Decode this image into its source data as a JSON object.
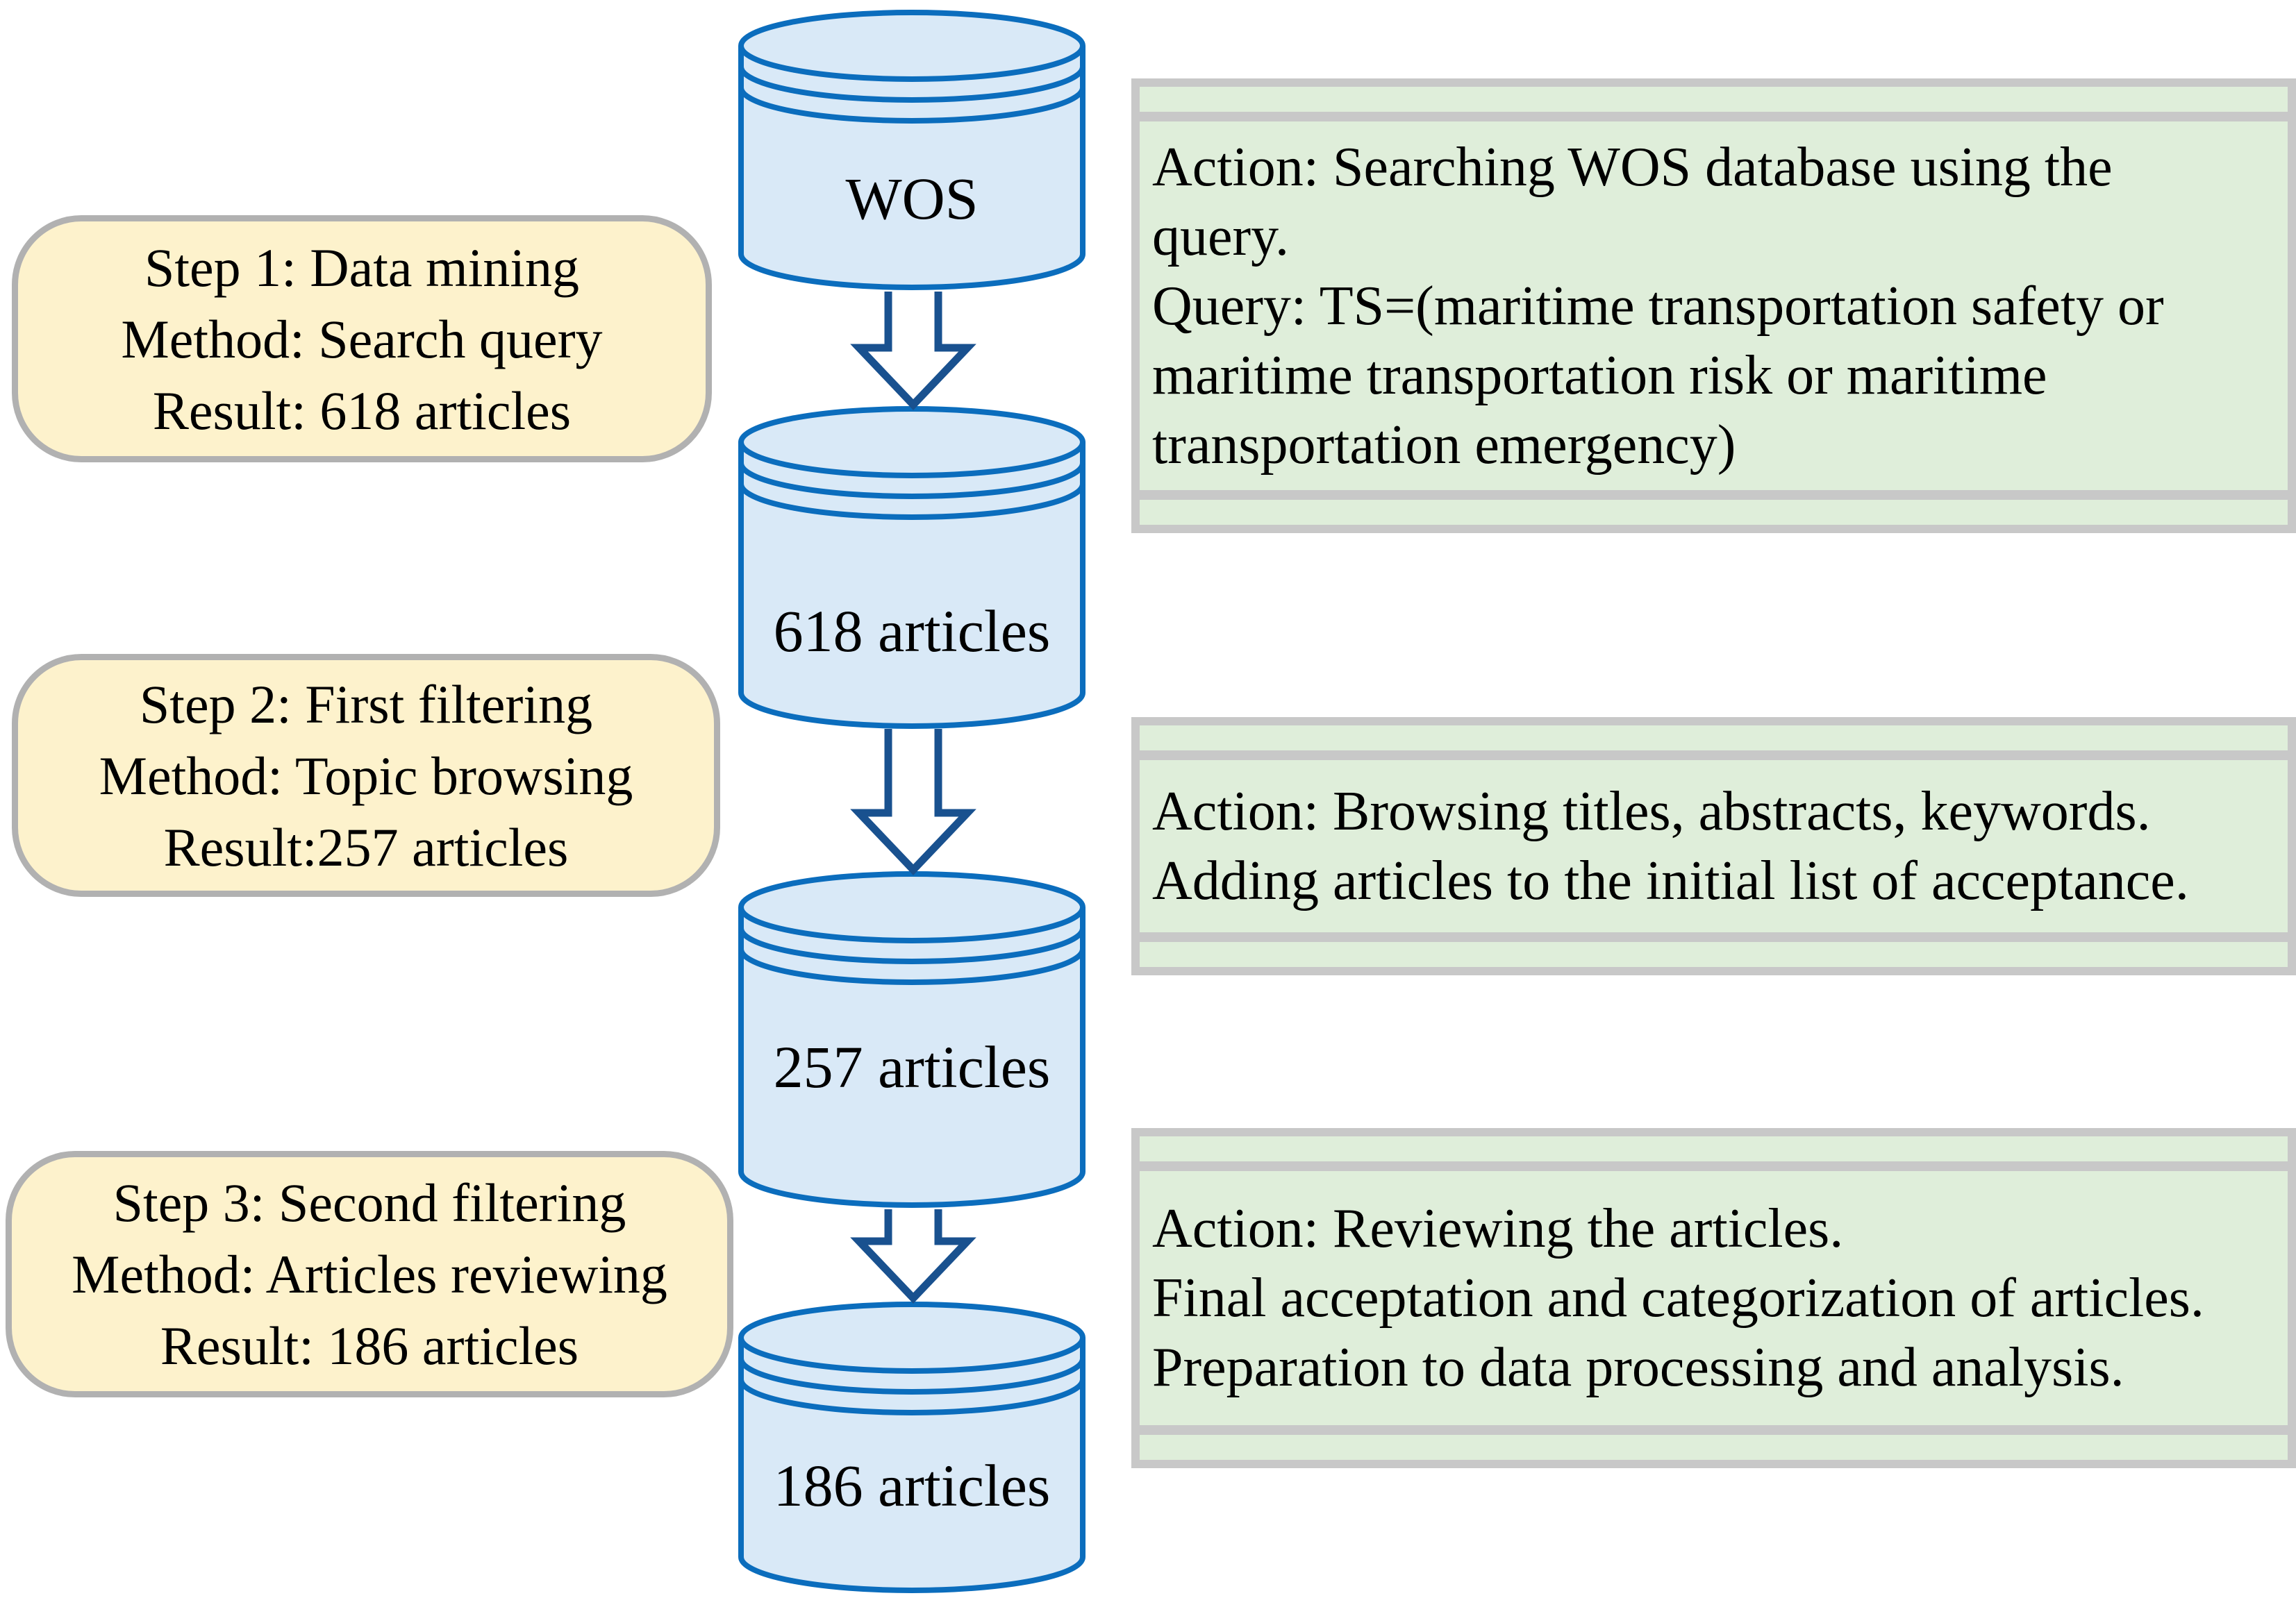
{
  "figure": {
    "cylinders": [
      {
        "label": "WOS"
      },
      {
        "label": "618 articles"
      },
      {
        "label": "257 articles"
      },
      {
        "label": "186 articles"
      }
    ],
    "step_boxes": [
      {
        "lines": [
          "Step 1: Data mining",
          "Method: Search query",
          "Result: 618 articles"
        ]
      },
      {
        "lines": [
          "Step 2: First filtering",
          "Method: Topic browsing",
          "Result:257 articles"
        ]
      },
      {
        "lines": [
          "Step 3: Second filtering",
          "Method: Articles reviewing",
          "Result: 186 articles"
        ]
      }
    ],
    "action_boxes": [
      {
        "lines": [
          "Action: Searching WOS database using the",
          "query.",
          "Query: TS=(maritime transportation safety or",
          "maritime transportation risk or maritime",
          "transportation emergency)"
        ]
      },
      {
        "lines": [
          "Action: Browsing titles, abstracts, keywords.",
          "Adding articles to the initial list of acceptance."
        ]
      },
      {
        "lines": [
          "Action: Reviewing the articles.",
          "Final acceptation and categorization of articles.",
          "Preparation to data processing and analysis."
        ]
      }
    ],
    "colors": {
      "cylinder_fill": "#d9e9f7",
      "cylinder_stroke": "#0b6dbd",
      "arrow_stroke": "#19518f",
      "arrow_fill": "#ffffff",
      "step_box_fill": "#fdf2cc",
      "step_box_border": "#b1b1b1",
      "action_box_fill": "#dfeeda",
      "action_box_frame": "#c8c8c8",
      "text": "#000000"
    }
  }
}
